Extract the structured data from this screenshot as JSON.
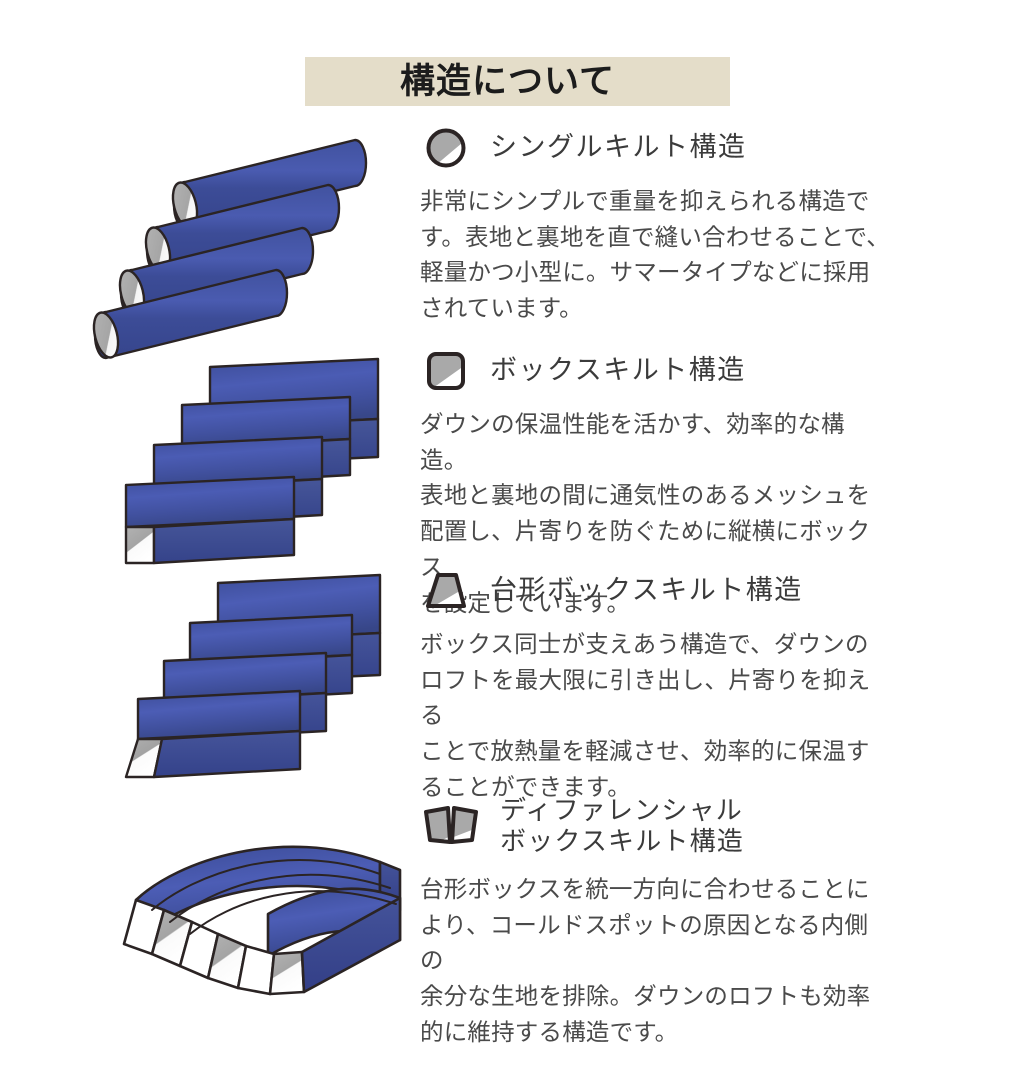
{
  "page": {
    "title": "構造について",
    "background_color": "#ffffff",
    "banner_color": "#e4ddc9",
    "heading_color": "#3b3b3b",
    "body_color": "#4a4a4a",
    "illustration_blue": "#3a4a9b",
    "illustration_blue_light": "#4557ad",
    "illustration_gray": "#a9a9a9",
    "outline_color": "#2b2424"
  },
  "sections": [
    {
      "id": "single-quilt",
      "icon": "circle-icon",
      "title": "シングルキルト構造",
      "body": "非常にシンプルで重量を抑えられる構造で\nす。表地と裏地を直で縫い合わせることで、\n軽量かつ小型に。サマータイプなどに採用\nされています。",
      "illustration": "cylinder-tubes-illustration"
    },
    {
      "id": "box-quilt",
      "icon": "rounded-square-icon",
      "title": "ボックスキルト構造",
      "body": "ダウンの保温性能を活かす、効率的な構造。\n表地と裏地の間に通気性のあるメッシュを\n配置し、片寄りを防ぐために縦横にボックス\nを設定しています。",
      "illustration": "box-tubes-illustration"
    },
    {
      "id": "trapezoid-box-quilt",
      "icon": "trapezoid-icon",
      "title": "台形ボックスキルト構造",
      "body": "ボックス同士が支えあう構造で、ダウンの\nロフトを最大限に引き出し、片寄りを抑える\nことで放熱量を軽減させ、効率的に保温す\nることができます。",
      "illustration": "trapezoid-tubes-illustration"
    },
    {
      "id": "differential-box-quilt",
      "icon": "double-trapezoid-icon",
      "title": "ディファレンシャル\nボックスキルト構造",
      "body": "台形ボックスを統一方向に合わせることに\nより、コールドスポットの原因となる内側の\n余分な生地を排除。ダウンのロフトも効率\n的に維持する構造です。",
      "illustration": "curved-trapezoid-illustration"
    }
  ]
}
